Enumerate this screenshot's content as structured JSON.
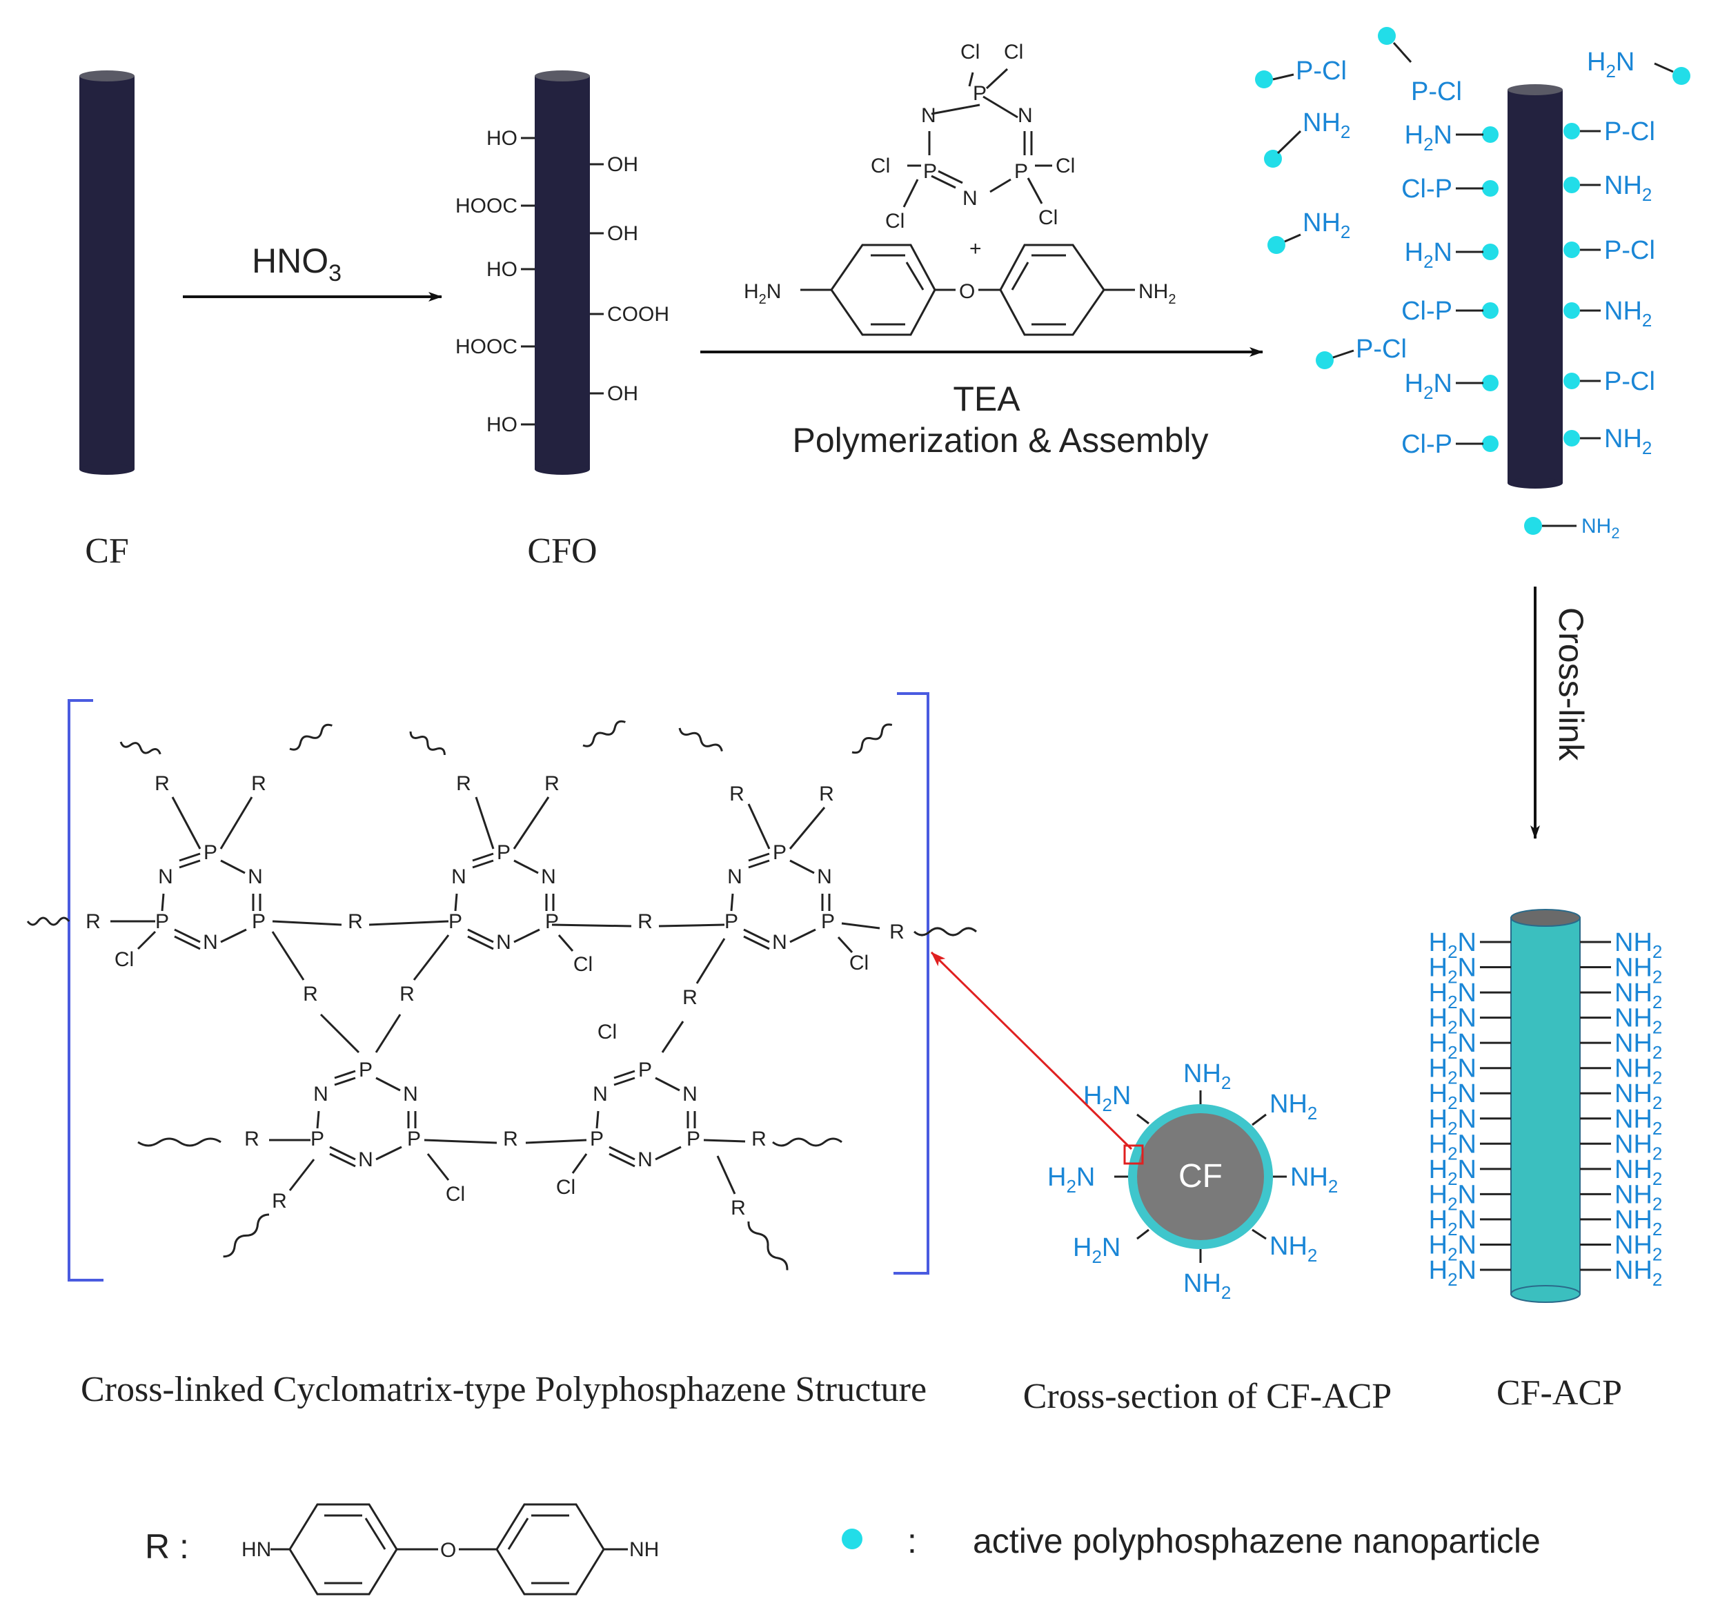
{
  "labels": {
    "cf": "CF",
    "cfo": "CFO",
    "hno3": "HNO",
    "hno3_sub": "3",
    "tea": "TEA",
    "poly_assembly": "Polymerization & Assembly",
    "cross_link": "Cross-link",
    "cf_circle": "CF",
    "plus": "+"
  },
  "captions": {
    "structure": "Cross-linked Cyclomatrix-type Polyphosphazene Structure",
    "cross_section": "Cross-section of CF-ACP",
    "cf_acp": "CF-ACP"
  },
  "cfo_groups_left": [
    "HO",
    "HOOC",
    "HO",
    "HOOC",
    "HO"
  ],
  "cfo_groups_right": [
    "OH",
    "OH",
    "COOH",
    "OH"
  ],
  "ring_atoms": {
    "p": "P",
    "n": "N",
    "cl": "Cl"
  },
  "diamine": {
    "left": "H",
    "left_sub": "2",
    "left_tail": "N",
    "o": "O",
    "right": "NH",
    "right_sub": "2"
  },
  "assembled_left": [
    "H2N",
    "Cl-P",
    "H2N",
    "Cl-P",
    "H2N",
    "Cl-P"
  ],
  "assembled_right": [
    "P-Cl",
    "NH2",
    "P-Cl",
    "NH2",
    "P-Cl",
    "NH2"
  ],
  "free_particles": [
    "P-Cl",
    "P-Cl",
    "H2N",
    "NH2",
    "NH2",
    "P-Cl",
    "NH2"
  ],
  "acp_left_label": "H2N",
  "acp_right_label": "NH2",
  "acp_rows": 14,
  "section_labels": [
    "NH2",
    "NH2",
    "NH2",
    "NH2",
    "NH2",
    "H2N",
    "H2N",
    "H2N"
  ],
  "r_letter": "R",
  "legend": {
    "r_label": "R :",
    "r_hn": "HN",
    "r_o": "O",
    "r_nh": "NH",
    "dot_colon": ":",
    "dot_text": "active polyphosphazene nanoparticle"
  },
  "colors": {
    "fiber": "#23223f",
    "fiber_top": "#5a5a66",
    "acp_fiber": "#3bbfbf",
    "particle": "#22dde8",
    "label_blue": "#1a86d6",
    "bracket": "#4a5be0",
    "pointer": "#e02020",
    "cf_circle": "#7a7a7a",
    "cf_ring": "#3fc6cc"
  }
}
